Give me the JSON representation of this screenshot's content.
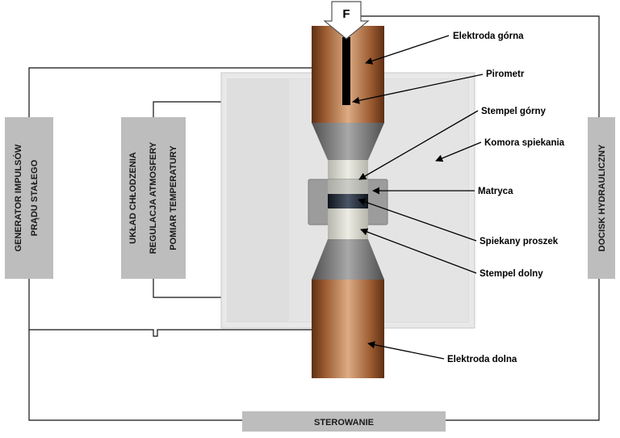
{
  "force_label": "F",
  "boxes": {
    "generator": [
      "GENERATOR IMPULSÓW",
      "PRĄDU STAŁEGO"
    ],
    "cooling": [
      "UKŁAD CHŁODZENIA",
      "REGULACJA ATMOSFERY",
      "POMIAR TEMPERATURY"
    ],
    "press": "DOCISK HYDRAULICZNY",
    "control": "STEROWANIE"
  },
  "callouts": {
    "electrode_top": "Elektroda górna",
    "pyrometer": "Pirometr",
    "punch_top": "Stempel górny",
    "chamber": "Komora spiekania",
    "die": "Matryca",
    "powder": "Spiekany proszek",
    "punch_bottom": "Stempel dolny",
    "electrode_bottom": "Elektroda dolna"
  },
  "colors": {
    "copper_light": "#d9a57d",
    "copper_dark": "#6b3619",
    "steel": "#7a7a7a",
    "box_gray": "#bdbdbd",
    "chamber_gray": "#e6e6e6",
    "powder": "#1e2530"
  }
}
